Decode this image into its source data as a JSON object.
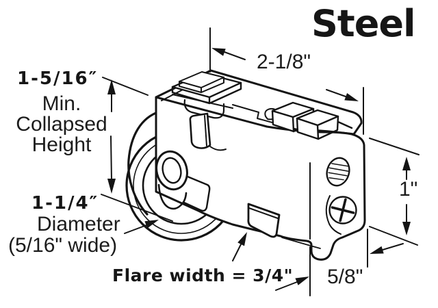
{
  "material_label": "Steel",
  "dimensions": {
    "collapsed_height_value": "1-5/16″",
    "collapsed_height_line1": "Min.",
    "collapsed_height_line2": "Collapsed",
    "collapsed_height_line3": "Height",
    "housing_length": "2-1/8\"",
    "housing_height": "1\"",
    "roller_diameter_value": "1-1/4″",
    "roller_diameter_label": "Diameter",
    "roller_width_note": "(5/16\" wide)",
    "flare_width_label": "Flare width = 3/4\"",
    "bottom_width": "5/8\""
  }
}
